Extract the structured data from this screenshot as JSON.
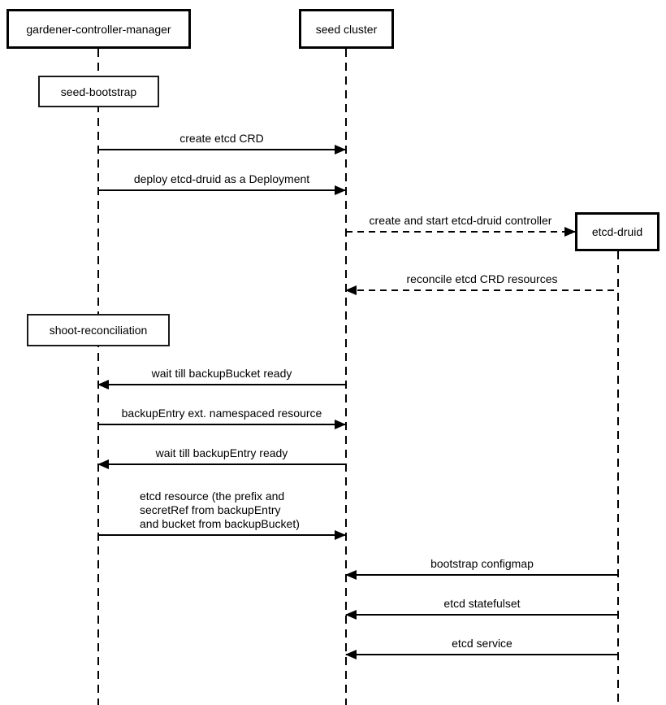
{
  "diagram": {
    "type": "sequence-diagram",
    "colors": {
      "line": "#000000",
      "background": "#ffffff",
      "box_fill": "#ffffff"
    },
    "actors": [
      {
        "id": "gardener-controller-manager",
        "label": "gardener-controller-manager"
      },
      {
        "id": "seed-cluster",
        "label": "seed cluster"
      },
      {
        "id": "etcd-druid",
        "label": "etcd-druid"
      }
    ],
    "activities": [
      {
        "id": "seed-bootstrap",
        "label": "seed-bootstrap",
        "on": "gardener-controller-manager"
      },
      {
        "id": "shoot-reconciliation",
        "label": "shoot-reconciliation",
        "on": "gardener-controller-manager"
      }
    ],
    "messages": [
      {
        "label": "create etcd CRD",
        "from": "gardener-controller-manager",
        "to": "seed cluster",
        "style": "solid"
      },
      {
        "label": "deploy etcd-druid as a Deployment",
        "from": "gardener-controller-manager",
        "to": "seed cluster",
        "style": "solid"
      },
      {
        "label": "create and start etcd-druid controller",
        "from": "seed cluster",
        "to": "etcd-druid",
        "style": "dashed"
      },
      {
        "label": "reconcile etcd CRD resources",
        "from": "etcd-druid",
        "to": "seed cluster",
        "style": "dashed"
      },
      {
        "label": "wait till backupBucket ready",
        "from": "seed cluster",
        "to": "gardener-controller-manager",
        "style": "solid"
      },
      {
        "label": "backupEntry ext. namespaced resource",
        "from": "gardener-controller-manager",
        "to": "seed cluster",
        "style": "solid"
      },
      {
        "label": "wait till backupEntry ready",
        "from": "seed cluster",
        "to": "gardener-controller-manager",
        "style": "solid"
      },
      {
        "label": "etcd resource (the prefix and secretRef from backupEntry and bucket from backupBucket)",
        "label_lines": [
          "etcd resource (the prefix and",
          "secretRef from backupEntry",
          "and bucket from backupBucket)"
        ],
        "from": "gardener-controller-manager",
        "to": "seed cluster",
        "style": "solid"
      },
      {
        "label": "bootstrap configmap",
        "from": "etcd-druid",
        "to": "seed cluster",
        "style": "solid"
      },
      {
        "label": "etcd statefulset",
        "from": "etcd-druid",
        "to": "seed cluster",
        "style": "solid"
      },
      {
        "label": "etcd service",
        "from": "etcd-druid",
        "to": "seed cluster",
        "style": "solid"
      }
    ]
  }
}
